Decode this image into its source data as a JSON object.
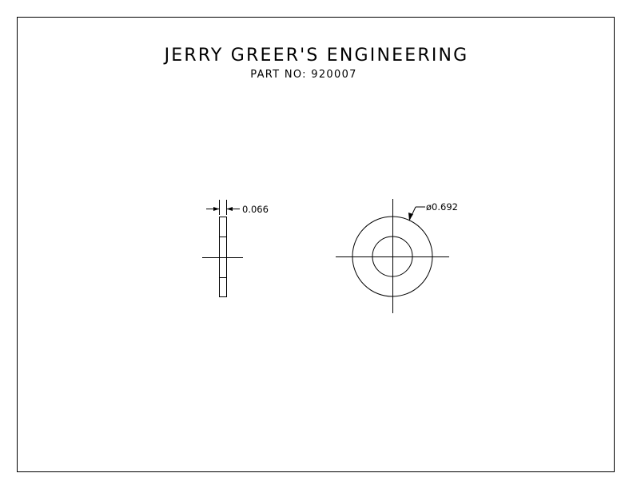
{
  "title_block": {
    "company": "JERRY GREER'S ENGINEERING",
    "part_number": "PART NO: 920007"
  },
  "side_view": {
    "thickness_label": "0.066"
  },
  "front_view": {
    "diameter_label": "ø0.692"
  }
}
